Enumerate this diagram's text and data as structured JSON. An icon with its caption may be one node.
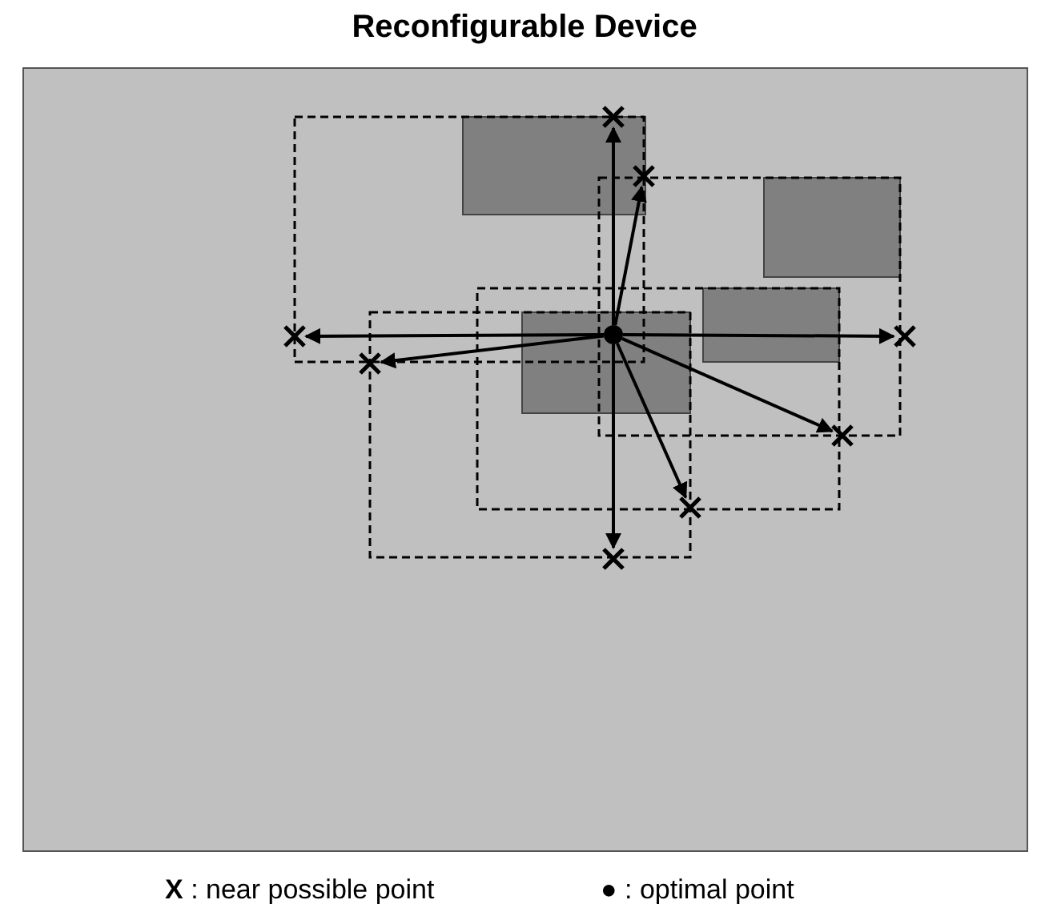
{
  "diagram": {
    "title": "Reconfigurable Device",
    "nodes": [
      {
        "text": [],
        "shape": "box"
      },
      {
        "text": [],
        "shape": "circle",
        "in": 0
      },
      {
        "text": [],
        "shape": "cross",
        "in": 0
      },
      {
        "text": [],
        "shape": "cross",
        "in": 0
      },
      {
        "text": [],
        "shape": "cross",
        "in": 0
      },
      {
        "text": [],
        "shape": "cross",
        "in": 0
      },
      {
        "text": [],
        "shape": "cross",
        "in": 0
      },
      {
        "text": [],
        "shape": "cross",
        "in": 0
      },
      {
        "text": [],
        "shape": "cross",
        "in": 0
      },
      {
        "text": [],
        "shape": "cross",
        "in": 0
      }
    ],
    "edges": [
      {
        "from": 1,
        "to": 2,
        "arrow": "to"
      },
      {
        "from": 1,
        "to": 3,
        "arrow": "to"
      },
      {
        "from": 1,
        "to": 4,
        "arrow": "to"
      },
      {
        "from": 1,
        "to": 5,
        "arrow": "to"
      },
      {
        "from": 1,
        "to": 6,
        "arrow": "to"
      },
      {
        "from": 1,
        "to": 7,
        "arrow": "to"
      },
      {
        "from": 1,
        "to": 8,
        "arrow": "to"
      },
      {
        "from": 1,
        "to": 9,
        "arrow": "to"
      }
    ],
    "labels": [
      "**X** : near possible point",
      "● : optimal point"
    ]
  }
}
